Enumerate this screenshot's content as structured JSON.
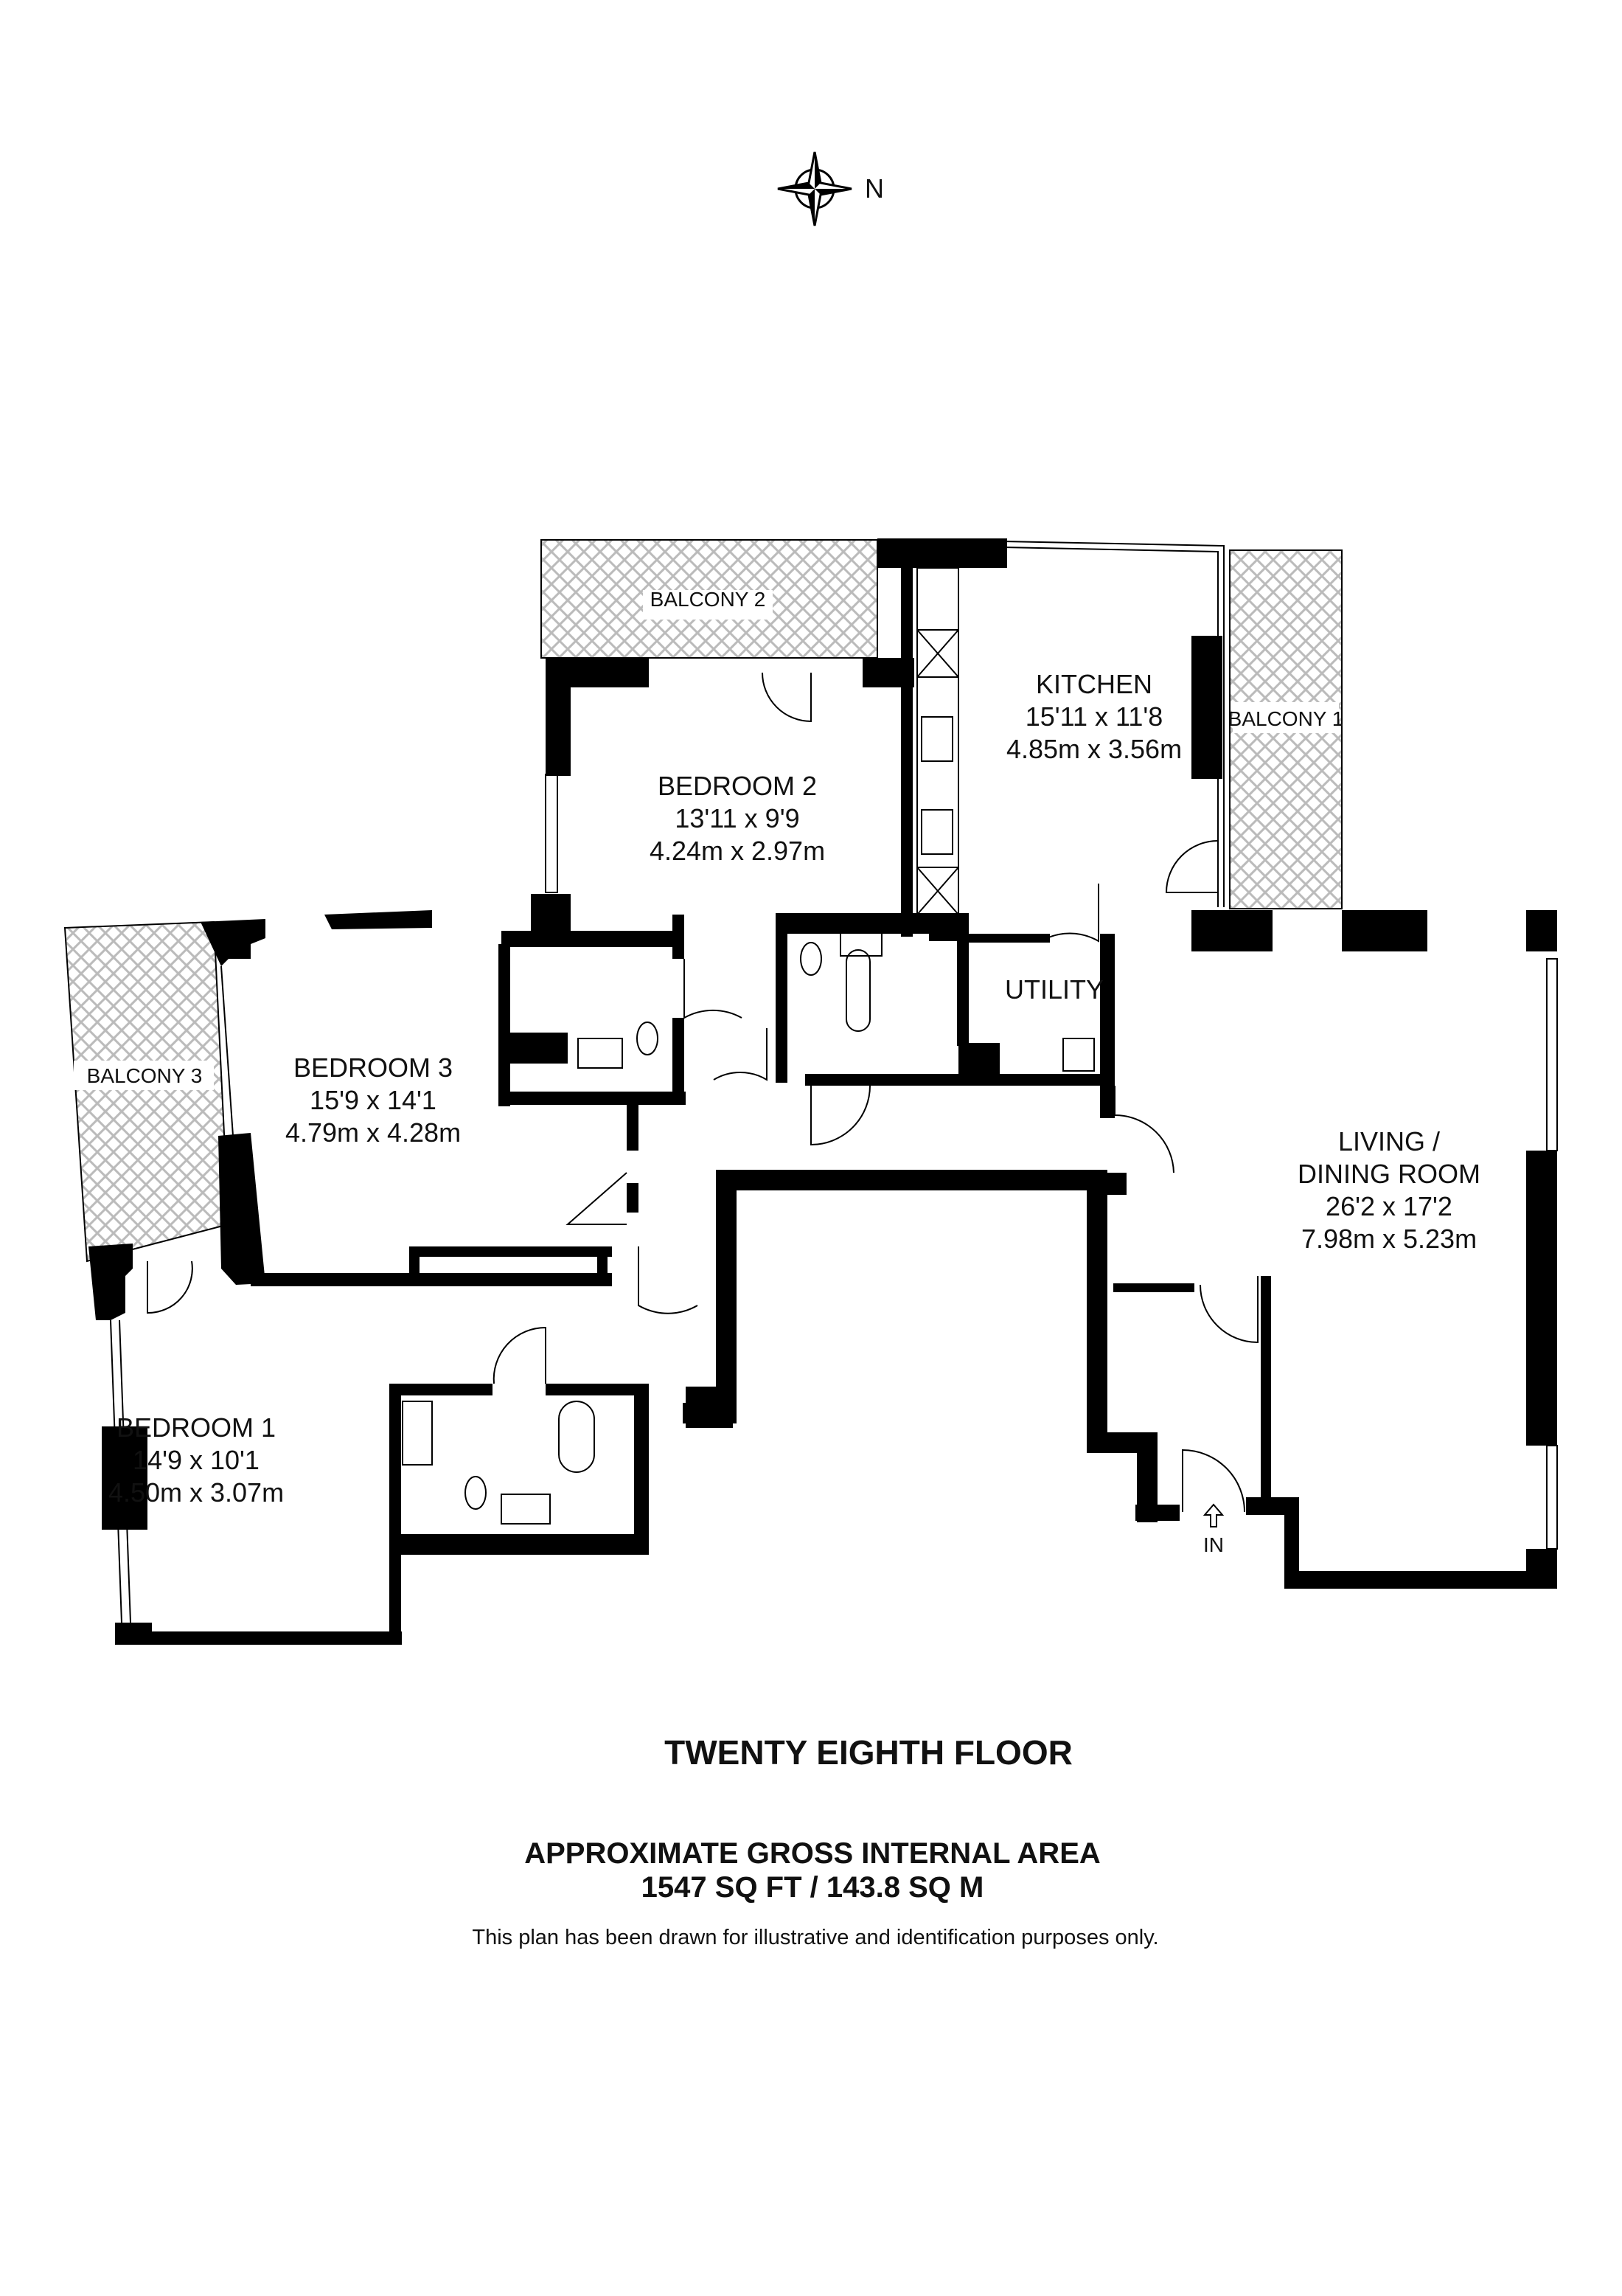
{
  "compass": {
    "north_label": "N",
    "icon": "compass-rose-icon"
  },
  "rooms": [
    {
      "id": "bedroom-2",
      "name": "BEDROOM 2",
      "imperial": "13'11 x 9'9",
      "metric": "4.24m x 2.97m"
    },
    {
      "id": "kitchen",
      "name": "KITCHEN",
      "imperial": "15'11 x 11'8",
      "metric": "4.85m x 3.56m"
    },
    {
      "id": "bedroom-3",
      "name": "BEDROOM 3",
      "imperial": "15'9 x 14'1",
      "metric": "4.79m x 4.28m"
    },
    {
      "id": "living-dining",
      "name": "LIVING /",
      "name2": "DINING ROOM",
      "imperial": "26'2 x 17'2",
      "metric": "7.98m x 5.23m"
    },
    {
      "id": "bedroom-1",
      "name": "BEDROOM 1",
      "imperial": "14'9 x 10'1",
      "metric": "4.50m x 3.07m"
    }
  ],
  "labels": {
    "balcony_1": "BALCONY 1",
    "balcony_2": "BALCONY 2",
    "balcony_3": "BALCONY 3",
    "utility": "UTILITY",
    "entrance": "IN"
  },
  "floor_title": "TWENTY EIGHTH FLOOR",
  "area": {
    "heading": "APPROXIMATE GROSS INTERNAL AREA",
    "value": "1547 SQ FT / 143.8 SQ M"
  },
  "disclaimer": "This plan has been drawn for illustrative and identification purposes only."
}
